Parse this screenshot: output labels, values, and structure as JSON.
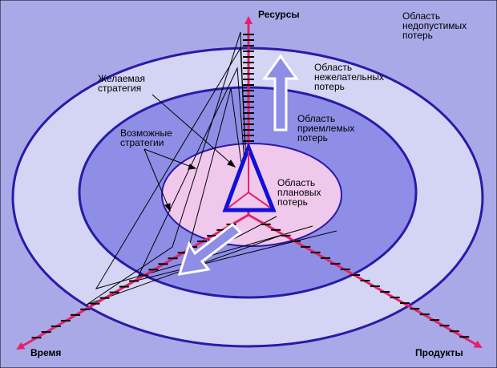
{
  "axes": {
    "resources": "Ресурсы",
    "time": "Время",
    "products": "Продукты"
  },
  "zones": {
    "unacceptable": "Область\nнедопустимых\nпотерь",
    "undesirable": "Область\nнежелательных\nпотерь",
    "acceptable": "Область\nприемлемых\nпотерь",
    "planned": "Область\nплановых\nпотерь"
  },
  "strategies": {
    "desired": "Желаемая\nстратегия",
    "possible": "Возможные\nстратегии"
  },
  "colors": {
    "outer_region": "#a9a9e8",
    "ellipse_outer": "#d4d4f4",
    "ellipse_middle": "#8e8ee6",
    "ellipse_inner": "#f0c8ec",
    "ellipse_stroke": "#2a1aa8",
    "axis": "#e8206a",
    "triangle": "#1010d8"
  }
}
